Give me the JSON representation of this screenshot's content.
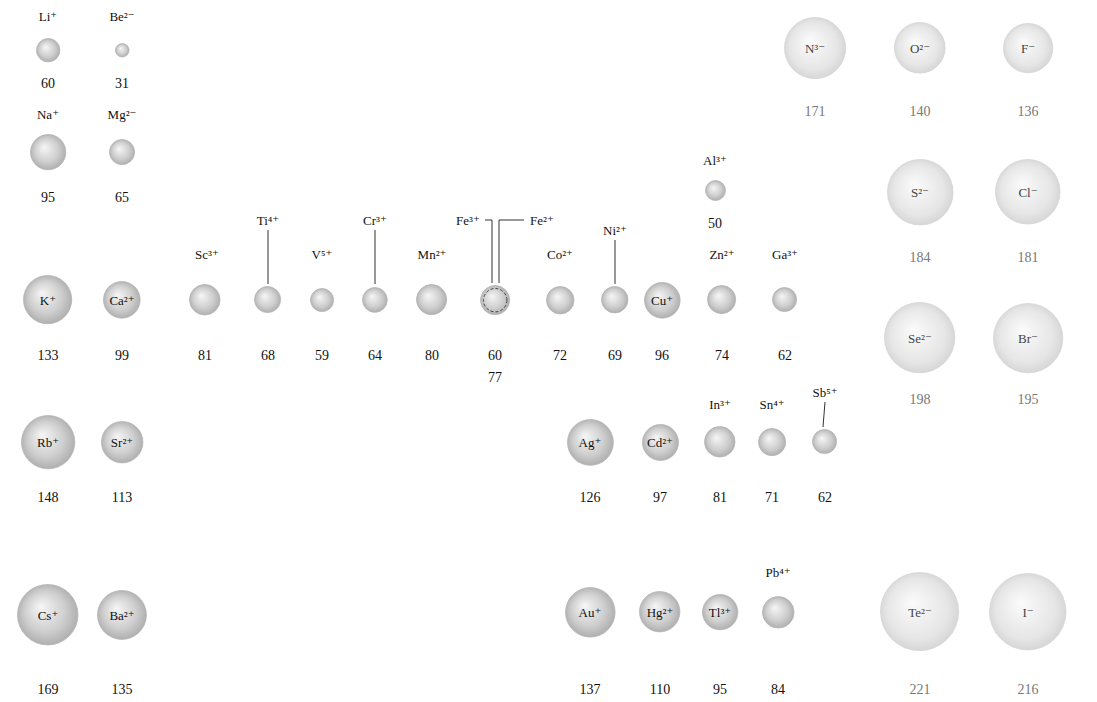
{
  "diagram": {
    "nodes": [
      {
        "text": [
          "Li⁺",
          "60"
        ]
      },
      {
        "text": [
          "Be²⁻",
          "31"
        ]
      },
      {
        "text": [
          "N³⁻",
          "171"
        ]
      },
      {
        "text": [
          "O²⁻",
          "140"
        ]
      },
      {
        "text": [
          "F⁻",
          "136"
        ]
      },
      {
        "text": [
          "Na⁺",
          "95"
        ]
      },
      {
        "text": [
          "Mg²⁻",
          "65"
        ]
      },
      {
        "text": [
          "Al³⁺",
          "50"
        ]
      },
      {
        "text": [
          "S²⁻",
          "184"
        ]
      },
      {
        "text": [
          "Cl⁻",
          "181"
        ]
      },
      {
        "text": [
          "K⁺",
          "133"
        ]
      },
      {
        "text": [
          "Ca²⁺",
          "99"
        ]
      },
      {
        "text": [
          "Sc³⁺",
          "81"
        ]
      },
      {
        "text": [
          "Ti⁴⁺",
          "68"
        ]
      },
      {
        "text": [
          "V⁵⁺",
          "59"
        ]
      },
      {
        "text": [
          "Cr³⁺",
          "64"
        ]
      },
      {
        "text": [
          "Mn²⁺",
          "80"
        ]
      },
      {
        "text": [
          "Fe³⁺",
          "60"
        ]
      },
      {
        "text": [
          "Fe²⁺",
          "77"
        ]
      },
      {
        "text": [
          "Co²⁺",
          "72"
        ]
      },
      {
        "text": [
          "Ni²⁺",
          "69"
        ]
      },
      {
        "text": [
          "Cu⁺",
          "96"
        ]
      },
      {
        "text": [
          "Zn²⁺",
          "74"
        ]
      },
      {
        "text": [
          "Ga³⁺",
          "62"
        ]
      },
      {
        "text": [
          "Se²⁻",
          "198"
        ]
      },
      {
        "text": [
          "Br⁻",
          "195"
        ]
      },
      {
        "text": [
          "Rb⁺",
          "148"
        ]
      },
      {
        "text": [
          "Sr²⁺",
          "113"
        ]
      },
      {
        "text": [
          "Ag⁺",
          "126"
        ]
      },
      {
        "text": [
          "Cd²⁺",
          "97"
        ]
      },
      {
        "text": [
          "In³⁺",
          "81"
        ]
      },
      {
        "text": [
          "Sn⁴⁺",
          "71"
        ]
      },
      {
        "text": [
          "Sb⁵⁺",
          "62"
        ]
      },
      {
        "text": [
          "Cs⁺",
          "169"
        ]
      },
      {
        "text": [
          "Ba²⁺",
          "135"
        ]
      },
      {
        "text": [
          "Au⁺",
          "137"
        ]
      },
      {
        "text": [
          "Hg²⁺",
          "110"
        ]
      },
      {
        "text": [
          "Tl³⁺",
          "95"
        ]
      },
      {
        "text": [
          "Pb⁴⁺",
          "84"
        ]
      },
      {
        "text": [
          "Te²⁻",
          "221"
        ]
      },
      {
        "text": [
          "I⁻",
          "216"
        ]
      }
    ]
  }
}
